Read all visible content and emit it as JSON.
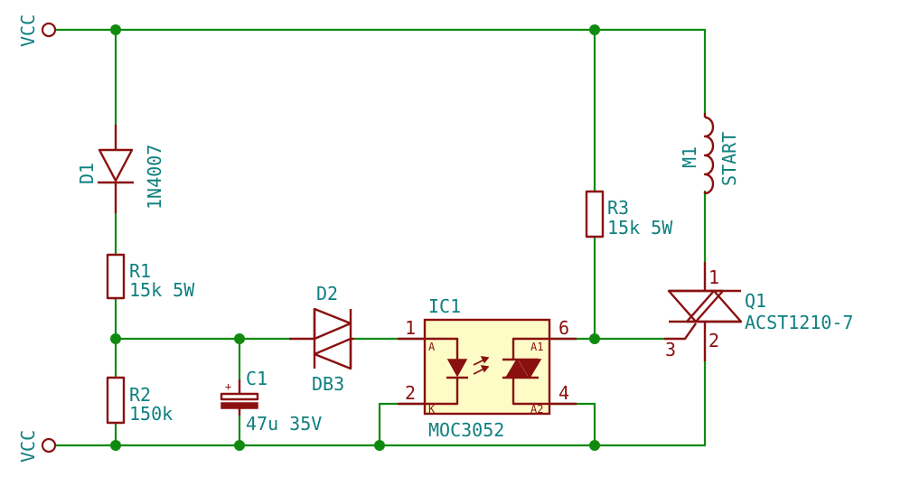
{
  "power": {
    "vcc_top": "VCC",
    "vcc_bottom": "VCC"
  },
  "d1": {
    "ref": "D1",
    "value": "1N4007"
  },
  "r1": {
    "ref": "R1",
    "value": "15k 5W"
  },
  "r2": {
    "ref": "R2",
    "value": "150k"
  },
  "c1": {
    "ref": "C1",
    "value": "47u 35V",
    "polarity": "+"
  },
  "d2": {
    "ref": "D2",
    "value": "DB3"
  },
  "ic1": {
    "ref": "IC1",
    "value": "MOC3052",
    "pins": {
      "p1": "1",
      "p2": "2",
      "p4": "4",
      "p6": "6"
    },
    "inner": {
      "a": "A",
      "k": "K",
      "a1": "A1",
      "a2": "A2"
    }
  },
  "r3": {
    "ref": "R3",
    "value": "15k 5W"
  },
  "m1": {
    "ref": "M1",
    "value": "START"
  },
  "q1": {
    "ref": "Q1",
    "value": "ACST1210-7",
    "pins": {
      "p1": "1",
      "p2": "2",
      "p3": "3"
    }
  },
  "colors": {
    "wire": "#0f8a0f",
    "component": "#8a1010",
    "label": "#0f7f7f",
    "ic_body": "#fdfcc7"
  }
}
